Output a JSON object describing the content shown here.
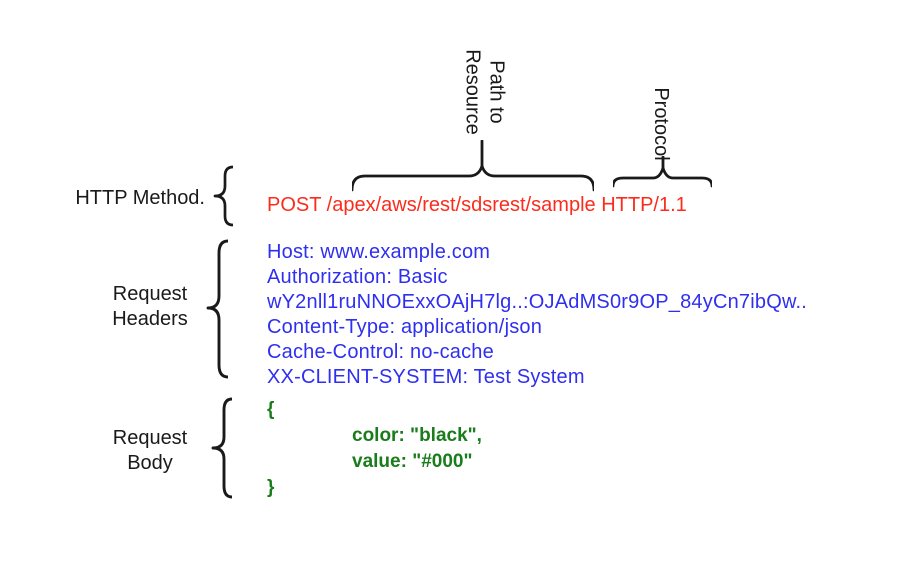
{
  "diagram": {
    "annotations": {
      "http_method": "HTTP Method.",
      "request_headers": [
        "Request",
        "Headers"
      ],
      "request_body": [
        "Request",
        "Body"
      ],
      "path_to_resource": [
        "Path to",
        "Resource"
      ],
      "protocol": "Protocol"
    },
    "request_line": "POST /apex/aws/rest/sdsrest/sample HTTP/1.1",
    "headers": [
      "Host: www.example.com",
      "Authorization: Basic",
      "wY2nll1ruNNOExxOAjH7lg..:OJAdMS0r9OP_84yCn7ibQw..",
      "Content-Type: application/json",
      "Cache-Control: no-cache",
      "XX-CLIENT-SYSTEM: Test System"
    ],
    "body_lines": [
      "{",
      "color: \"black\",",
      "value: \"#000\"",
      "}"
    ],
    "colors": {
      "request_line": "#fb2c1c",
      "headers": "#2f2ff0",
      "body": "#1a7c1b",
      "annotations": "#1a1a1a"
    }
  }
}
